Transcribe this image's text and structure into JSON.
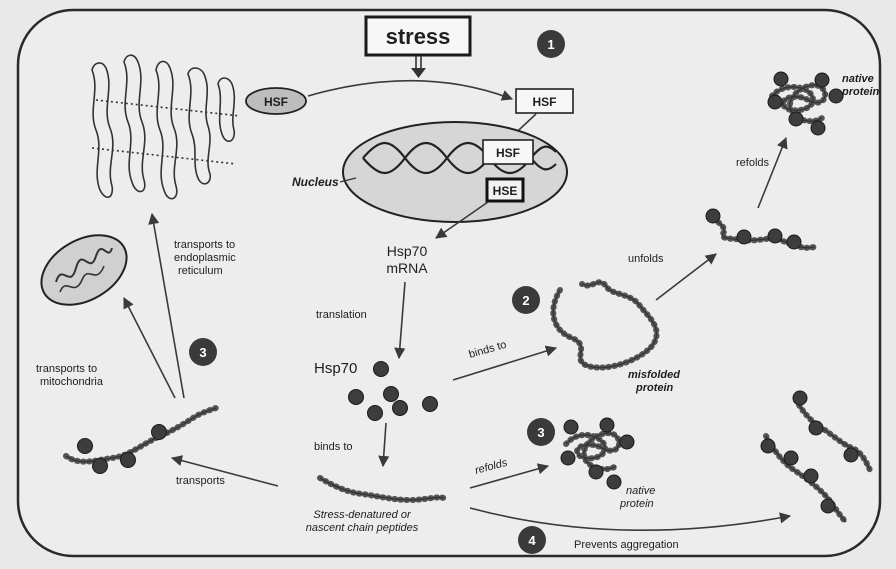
{
  "stress": "stress",
  "hsf_cytoplasm": "HSF",
  "hsf_active": "HSF",
  "hsf_nucleus": "HSF",
  "hse": "HSE",
  "nucleus": "Nucleus",
  "mrna_line1": "Hsp70",
  "mrna_line2": "mRNA",
  "translation": "translation",
  "hsp70": "Hsp70",
  "binds_to_upper": "binds to",
  "binds_to_lower": "binds to",
  "unfolds": "unfolds",
  "refolds": "refolds",
  "native_protein_top_1": "native",
  "native_protein_top_2": "protein",
  "misfolded_1": "misfolded",
  "misfolded_2": "protein",
  "refolds_lower": "refolds",
  "native_protein_mid_1": "native",
  "native_protein_mid_2": "protein",
  "prevents_aggregation": "Prevents aggregation",
  "substrate_1": "Stress-denatured or",
  "substrate_2": "nascent chain peptides",
  "transports": "transports",
  "er_1": "transports to",
  "er_2": "endoplasmic",
  "er_3": "reticulum",
  "mito_1": "transports to",
  "mito_2": "mitochondria",
  "steps": [
    "1",
    "2",
    "3",
    "3",
    "4"
  ]
}
